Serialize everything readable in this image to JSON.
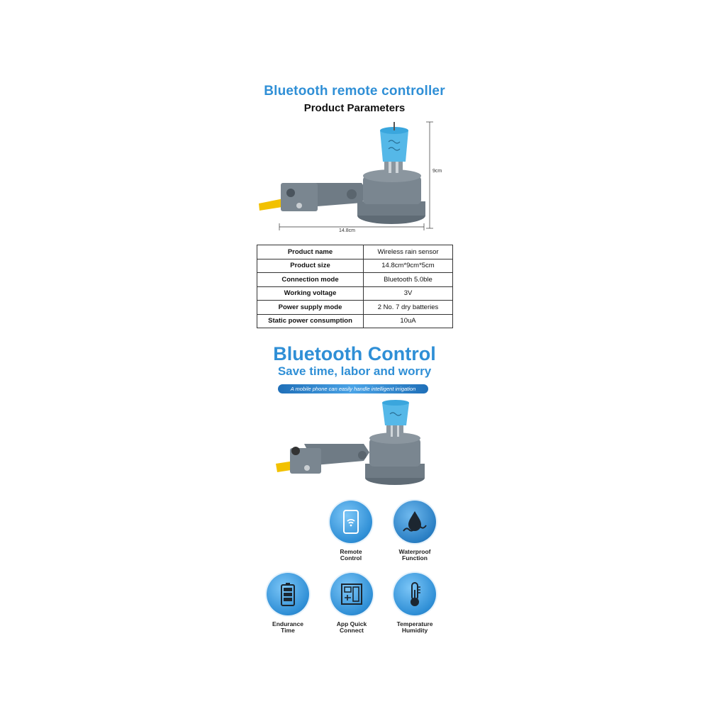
{
  "section1": {
    "title": "Bluetooth remote controller",
    "subtitle": "Product Parameters",
    "dim_height": "9cm",
    "dim_width": "14.8cm"
  },
  "params": [
    {
      "key": "Product name",
      "value": "Wireless rain sensor"
    },
    {
      "key": "Product size",
      "value": "14.8cm*9cm*5cm"
    },
    {
      "key": "Connection mode",
      "value": "Bluetooth 5.0ble"
    },
    {
      "key": "Working voltage",
      "value": "3V"
    },
    {
      "key": "Power supply mode",
      "value": "2 No. 7 dry batteries"
    },
    {
      "key": "Static power consumption",
      "value": "10uA"
    }
  ],
  "section2": {
    "title": "Bluetooth Control",
    "subtitle": "Save time, labor and worry",
    "banner": "A mobile phone can easily handle intelligent irrigation"
  },
  "features": [
    {
      "label": "Remote\nControl",
      "icon": "phone-wifi-icon"
    },
    {
      "label": "Waterproof\nFunction",
      "icon": "water-drop-icon"
    },
    {
      "label": "Endurance\nTime",
      "icon": "battery-icon"
    },
    {
      "label": "App Quick\nConnect",
      "icon": "app-connect-icon"
    },
    {
      "label": "Temperature\nHumidity",
      "icon": "thermometer-icon"
    }
  ],
  "colors": {
    "accent": "#2f8fd6",
    "device_body": "#6f7b85",
    "device_cap": "#55b8e8",
    "cable": "#f2c100"
  }
}
